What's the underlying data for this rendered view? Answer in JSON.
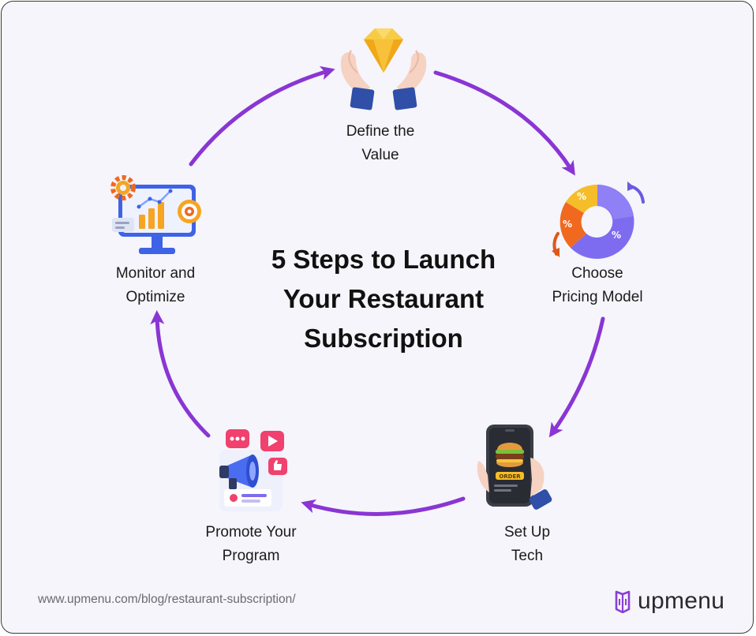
{
  "title": {
    "line1": "5 Steps to Launch",
    "line2": "Your Restaurant",
    "line3": "Subscription"
  },
  "steps": [
    {
      "line1": "Define the",
      "line2": "Value",
      "icon": "diamond-hands-icon"
    },
    {
      "line1": "Choose",
      "line2": "Pricing Model",
      "icon": "pricing-donut-icon"
    },
    {
      "line1": "Set Up",
      "line2": "Tech",
      "icon": "phone-burger-order-icon"
    },
    {
      "line1": "Promote Your",
      "line2": "Program",
      "icon": "megaphone-icon"
    },
    {
      "line1": "Monitor and",
      "line2": "Optimize",
      "icon": "analytics-monitor-icon"
    }
  ],
  "footer": {
    "url": "www.upmenu.com/blog/restaurant-subscription/",
    "brand": "upmenu"
  },
  "colors": {
    "arrow": "#8a35d4",
    "background": "#f5f5fb",
    "border": "#3b3b3b",
    "gold": "#f5bd2a",
    "sleeve": "#2f4fa8",
    "donut_purple": "#7e6cf0",
    "donut_orange": "#f0691f",
    "brand_logo": "#8a3fd6"
  }
}
